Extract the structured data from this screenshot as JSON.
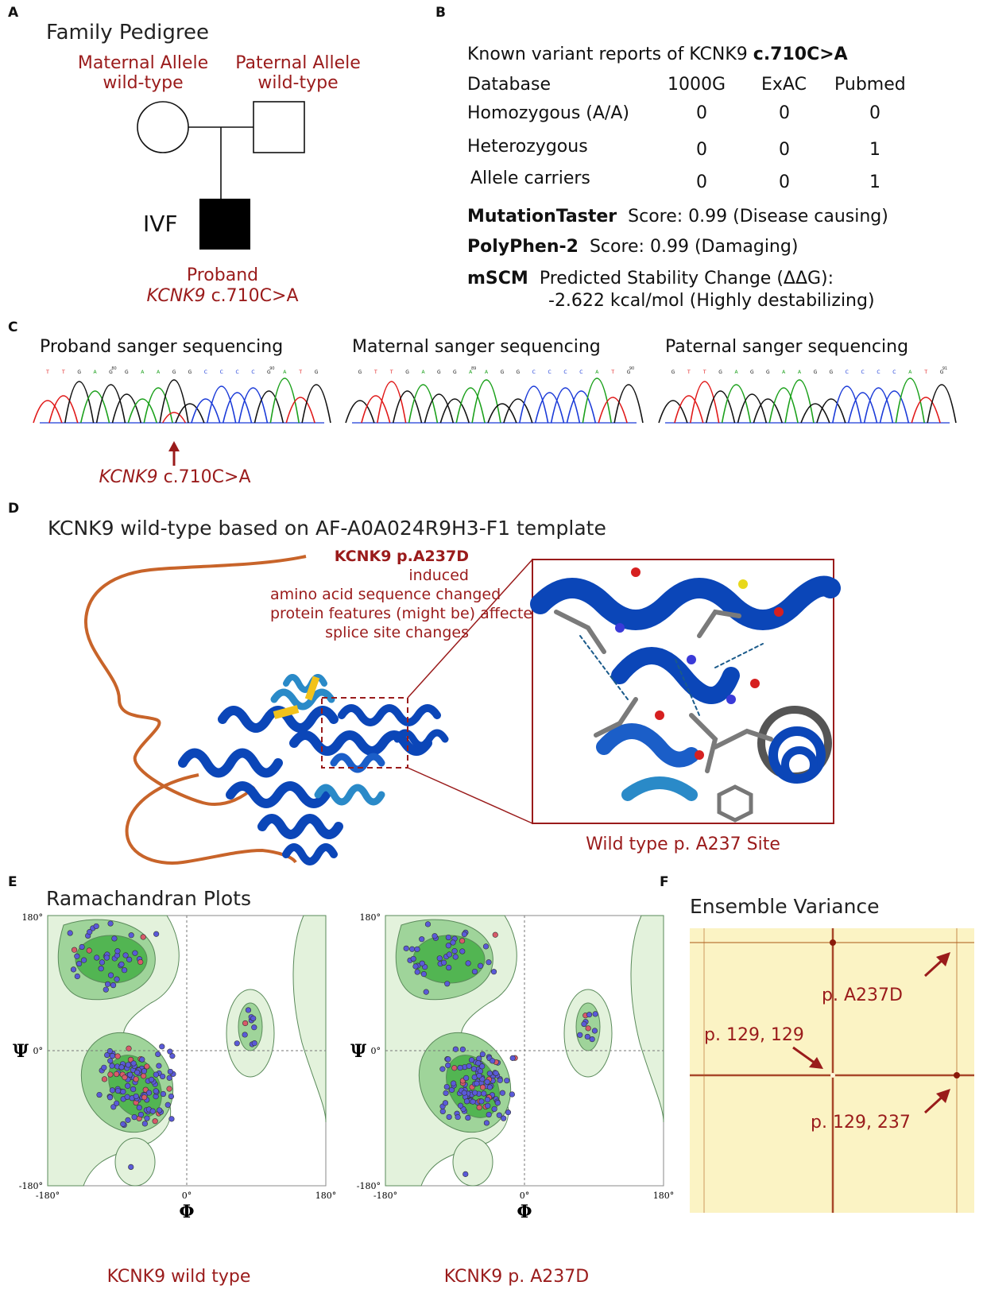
{
  "panels": {
    "a": "A",
    "b": "B",
    "c": "C",
    "d": "D",
    "e": "E",
    "f": "F"
  },
  "pedigree": {
    "title": "Family Pedigree",
    "maternal_line1": "Maternal Allele",
    "maternal_line2": "wild-type",
    "paternal_line1": "Paternal Allele",
    "paternal_line2": "wild-type",
    "ivf": "IVF",
    "proband": "Proband",
    "gene": "KCNK9",
    "variant": " c.710C>A"
  },
  "variant_reports": {
    "title_prefix": "Known variant reports of KCNK9 ",
    "title_bold": "c.710C>A",
    "columns": [
      "Database",
      "1000G",
      "ExAC",
      "Pubmed"
    ],
    "rows": [
      {
        "label": "Homozygous (A/A)",
        "values": [
          "0",
          "0",
          "0"
        ]
      },
      {
        "label": "Heterozygous",
        "values": [
          "0",
          "0",
          "1"
        ]
      },
      {
        "label": "Allele carriers",
        "values": [
          "0",
          "0",
          "1"
        ]
      }
    ],
    "mt_name": "MutationTaster",
    "mt_text": "Score: 0.99 (Disease causing)",
    "pp_name": "PolyPhen-2",
    "pp_text": "Score:  0.99 (Damaging)",
    "mscm_name": "mSCM",
    "mscm_text1": "Predicted Stability Change (ΔΔG):",
    "mscm_text2": "-2.622 kcal/mol (Highly destabilizing)"
  },
  "sequencing": {
    "proband_title": "Proband sanger sequencing",
    "maternal_title": "Maternal sanger sequencing",
    "paternal_title": "Paternal sanger sequencing",
    "proband_bases": "TTGAGGAAGGCCCCGATG",
    "maternal_bases": "GTTGAGGAAGGCCCCATG",
    "paternal_bases": "GTTGAGGAAGGCCCCATG",
    "pos_80": "80",
    "pos_90": "90",
    "pos_89": "89",
    "pos_91": "91",
    "base_colors": {
      "A": "#1aa01a",
      "C": "#1a3ad8",
      "G": "#111111",
      "T": "#e01818"
    },
    "mutation_gene": "KCNK9",
    "mutation_variant": " c.710C>A"
  },
  "structure": {
    "title": "KCNK9 wild-type based on AF-A0A024R9H3-F1 template",
    "annot_bold": "KCNK9 p.A237D",
    "annot_lines": [
      "induced",
      "amino acid sequence changed",
      "protein features (might be) affected",
      "splice site changes"
    ],
    "zoom_caption": "Wild type p. A237 Site"
  },
  "ramachandran": {
    "title": "Ramachandran Plots",
    "y_top": "180°",
    "y_mid": "0°",
    "y_bot": "-180°",
    "x_left": "-180°",
    "x_mid": "0°",
    "x_right": "180°",
    "psi": "Ψ",
    "phi": "Φ",
    "caption_wt": "KCNK9 wild type",
    "caption_mut": "KCNK9 p. A237D"
  },
  "ensemble": {
    "title": "Ensemble Variance",
    "label_a237d": "p. A237D",
    "label_129_129": "p. 129, 129",
    "label_129_237": "p. 129, 237"
  },
  "colors": {
    "accent_red": "#9a1b1b",
    "helix_blue": "#0b46b8",
    "coil_orange": "#c8642a",
    "rama_green": "#2e8b2e",
    "heatmap_bg": "#fbf3c4"
  }
}
